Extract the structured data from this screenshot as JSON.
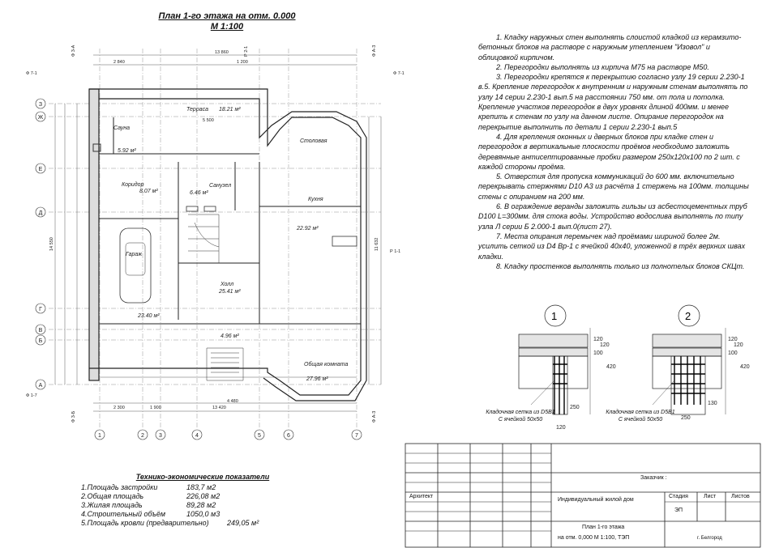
{
  "title": {
    "line1": "План 1-го этажа на отм. 0.000",
    "line2": "М 1:100"
  },
  "rooms": [
    {
      "name": "Терраса",
      "area": "18.21 м²"
    },
    {
      "name": "Сауна",
      "area": "5.92 м²"
    },
    {
      "name": "Столовая",
      "area": ""
    },
    {
      "name": "Коридор",
      "area": "8.07 м²"
    },
    {
      "name": "Санузел",
      "area": "6.46 м²"
    },
    {
      "name": "Кухня",
      "area": "22.92 м²"
    },
    {
      "name": "Гараж",
      "area": "23.40 м²"
    },
    {
      "name": "Холл",
      "area": "25.41 м²"
    },
    {
      "name": "Общая комната",
      "area": "27.96 м²"
    }
  ],
  "small_area": "4.96 м²",
  "axes": {
    "top": [
      "Ф 7-1",
      "Ф 3-А",
      "Р 2-1",
      "Ф А-3",
      "Ф 7-1"
    ],
    "bottom": [
      "1",
      "2",
      "3",
      "4",
      "5",
      "6",
      "7"
    ],
    "left": [
      "З",
      "Ж",
      "Е",
      "Д",
      "Г",
      "В",
      "Б",
      "А"
    ],
    "right_marks": [
      "Р 1-1",
      "Ф 3-Б",
      "Ф 1-7",
      "Ф А-3"
    ]
  },
  "dimensions": {
    "top_total": "13 860",
    "top_a": "2 840",
    "top_b": "5 500",
    "top_c": "1 200",
    "bottom_total": "13 420",
    "bottom_a": "2 300",
    "bottom_b": "1 900",
    "bottom_c": "4 480",
    "left_total": "14 550",
    "right_total": "11 632"
  },
  "notes": [
    "1.   Кладку наружных стен выполнять слоистой кладкой из керамзито-бетонных блоков на растворе с наружным утеплением \"Изовол\" и облицовкой кирпичом.",
    "2.   Перегородки выполнять из кирпича М75 на растворе М50.",
    "3.   Перегородки крепятся к перекрытию согласно узлу 19 серии 2.230-1 в.5.  Крепление перегородок к внутренним и наружным стенам выполнять по узлу 14 серии 2.230-1 вып.5 на расстоянии 750 мм. от пола и потолка. Крепление  участков перегородок в двух уровнях длиной 400мм. и менее крепить к стенам по узлу на данном листе. Опирание перегородок на перекрытие выполнить по детали 1 серии 2.230-1 вып.5",
    "4.   Для крепления оконных и дверных блоков при кладке стен и перегородок  в вертикальные плоскости проёмов необходимо заложить деревянные антисептированные пробки размером 250x120x100 по 2 шт. с каждой стороны проёма.",
    "5.   Отверстия для пропуска коммуникаций до 600 мм. включительно перекрывать стержнями D10 А3 из расчёта 1 стержень на 100мм. толщины стены с опиранием на 200 мм.",
    "6.   В ограждение веранды заложить гильзы из асбестоцементных труб D100 L=300мм. для стока воды. Устройство водослива выполнять по типу узла Л серии Б 2.000-1 вып.0(лист 27).",
    "7.   Места опирания перемычек над проёмами шириной более 2м. усилить сеткой из D4 Вр-1 с ячейкой 40x40, уложенной в трёх верхних швах кладки.",
    "8.   Кладку простенков выполнять только из полнотелых блоков СКЦт."
  ],
  "details": [
    {
      "num": "1",
      "dims": [
        "120",
        "100",
        "120",
        "420",
        "250"
      ],
      "callout": "Кладочная сетка из D5B1 С ячейкой 50x50",
      "bottom": "120"
    },
    {
      "num": "2",
      "dims": [
        "120",
        "100",
        "120",
        "420",
        "130"
      ],
      "callout": "Кладочная сетка из D5B1 С ячейкой 50x50",
      "bottom": "250"
    }
  ],
  "tep": {
    "heading": "Технико-экономические показатели",
    "rows": [
      {
        "label": "1.Площадь застройки",
        "value": "183,7 м2"
      },
      {
        "label": "2.Общая площадь",
        "value": "226,08 м2"
      },
      {
        "label": "3.Жилая площадь",
        "value": "89,28  м2"
      },
      {
        "label": "4.Строительный объём",
        "value": "1050,0 м3"
      },
      {
        "label": "5.Площадь кровли (предварительно)",
        "value": "249,05 м²"
      }
    ]
  },
  "stamp": {
    "customer": "Заказчик :",
    "architect": "Архитект",
    "project": "Индивидуальный жилой дом",
    "stage_h": "Стадия",
    "sheet_h": "Лист",
    "sheets_h": "Листов",
    "stage": "ЭП",
    "sheet_title_1": "План 1-го этажа",
    "sheet_title_2": "на  отм. 0,000   М 1:100, ТЭП",
    "city": "г. Белгород"
  }
}
